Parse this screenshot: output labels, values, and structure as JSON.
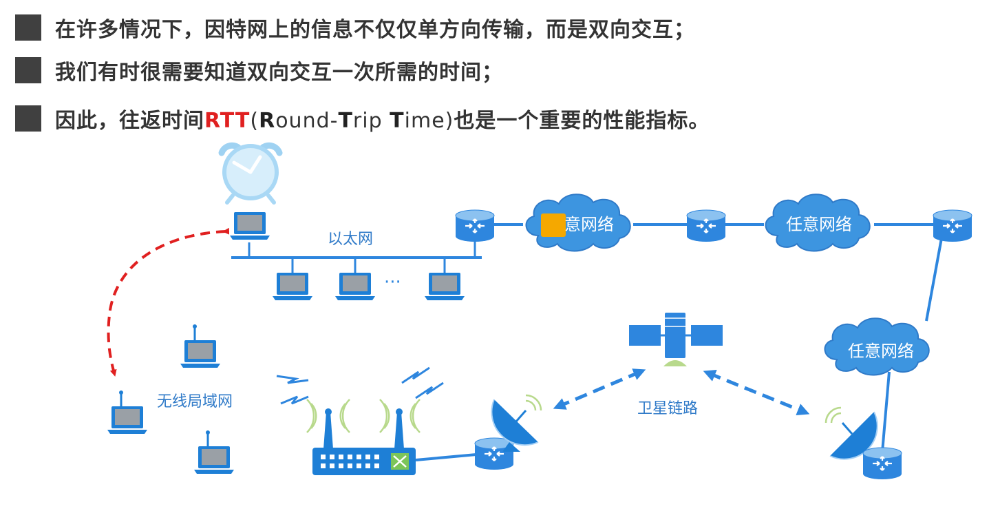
{
  "bullets": [
    {
      "text": "在许多情况下，因特网上的信息不仅仅单方向传输，而是双向交互；"
    },
    {
      "text": "我们有时很需要知道双向交互一次所需的时间；"
    },
    {
      "pre": "因此，往返时间",
      "rtt": "RTT",
      "open": "(",
      "r": "R",
      "ound": "ound-",
      "t1": "T",
      "rip": "rip ",
      "t2": "T",
      "ime": "ime)",
      "post": "也是一个重要的性能指标。"
    }
  ],
  "diagram": {
    "ethernet_label": "以太网",
    "ellipsis": "···",
    "cloud_labels": [
      "意网络",
      "任意网络",
      "任意网络"
    ],
    "wlan_label": "无线局域网",
    "satellite_label": "卫星链路"
  },
  "colors": {
    "network_blue": "#2e86de",
    "device_blue": "#1e7fd6",
    "rtt_arrow_red": "#e02020",
    "cloud_blue": "#3d95e0",
    "label_text": "#2f7ac8"
  }
}
